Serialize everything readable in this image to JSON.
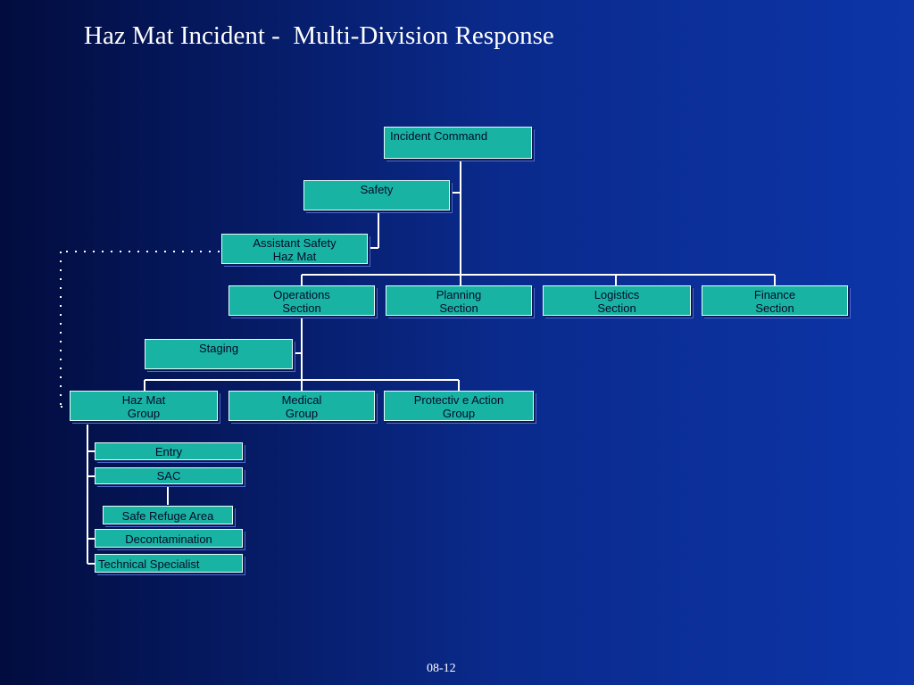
{
  "title": "Haz Mat Incident -  Multi-Division Response",
  "footer": "08-12",
  "org_chart": {
    "incident_command": "Incident Command",
    "safety": "Safety",
    "assistant_safety": "Assistant Safety\nHaz Mat",
    "sections": {
      "operations": "Operations\nSection",
      "planning": "Planning\nSection",
      "logistics": "Logistics\nSection",
      "finance": "Finance\nSection"
    },
    "staging": "Staging",
    "groups": {
      "hazmat": "Haz Mat\nGroup",
      "medical": "Medical\nGroup",
      "protective_action": "Protectiv e Action\nGroup"
    },
    "hazmat_units": {
      "entry": "Entry",
      "sac": "SAC",
      "safe_refuge": "Safe Refuge Area",
      "decontamination": "Decontamination",
      "technical_specialist": "Technical Specialist"
    }
  }
}
